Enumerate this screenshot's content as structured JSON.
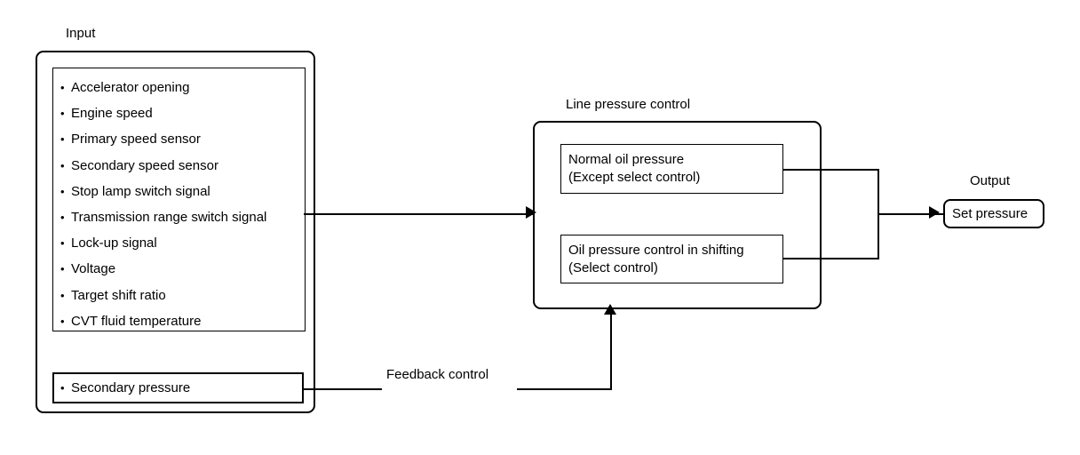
{
  "diagram": {
    "title_input": "Input",
    "title_line_pressure": "Line pressure control",
    "title_output": "Output",
    "feedback_label": "Feedback control",
    "input_signals": [
      "Accelerator opening",
      "Engine speed",
      "Primary speed sensor",
      "Secondary speed sensor",
      "Stop lamp switch signal",
      "Transmission range switch signal",
      "Lock-up signal",
      "Voltage",
      "Target shift ratio",
      "CVT fluid temperature"
    ],
    "feedback_input": "Secondary pressure",
    "control_blocks": [
      {
        "line1": "Normal oil pressure",
        "line2": "(Except select control)"
      },
      {
        "line1": "Oil pressure control in shifting",
        "line2": "(Select control)"
      }
    ],
    "output_block": "Set pressure",
    "colors": {
      "stroke": "#000000",
      "background": "#ffffff"
    }
  }
}
